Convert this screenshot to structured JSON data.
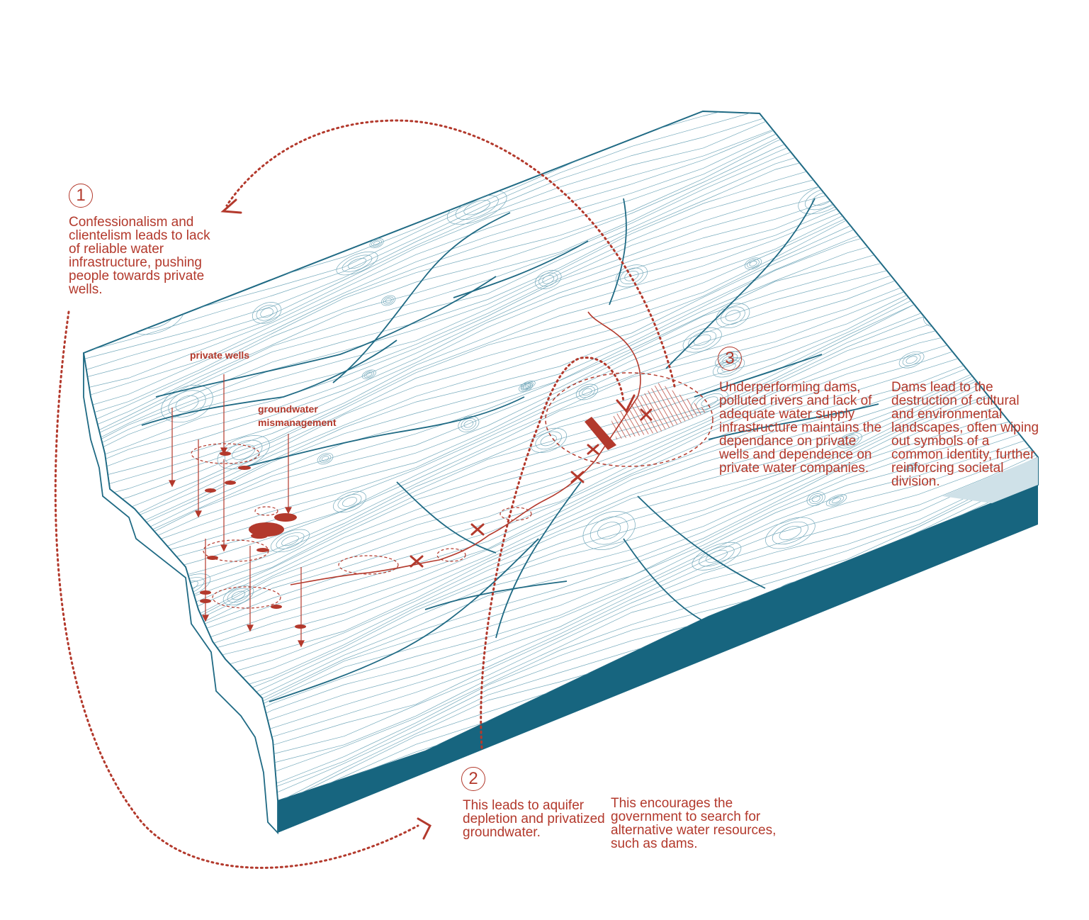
{
  "steps": [
    {
      "number": "1",
      "text": "Confessionalism and clientelism leads to lack of reliable water infrastructure, pushing people towards private wells."
    },
    {
      "number": "2",
      "text": "This leads to aquifer depletion and privatized groundwater.",
      "secondary": "This encourages the government to search for alternative water resources, such as dams."
    },
    {
      "number": "3",
      "text": "Underperforming dams, polluted rivers and lack of adequate water supply infrastructure maintains the dependance on private wells and dependence on private water companies.",
      "secondary": "Dams lead to the destruction of cultural and environmental landscapes, often wiping out symbols of a common identity, further reinforcing societal division."
    }
  ],
  "map_labels": {
    "private_wells": "private wells",
    "groundwater": "groundwater mismanagement"
  },
  "colors": {
    "accent": "#b3392c",
    "contour": "#5d9bb0",
    "river": "#1f6a84",
    "edge": "#17657f"
  }
}
